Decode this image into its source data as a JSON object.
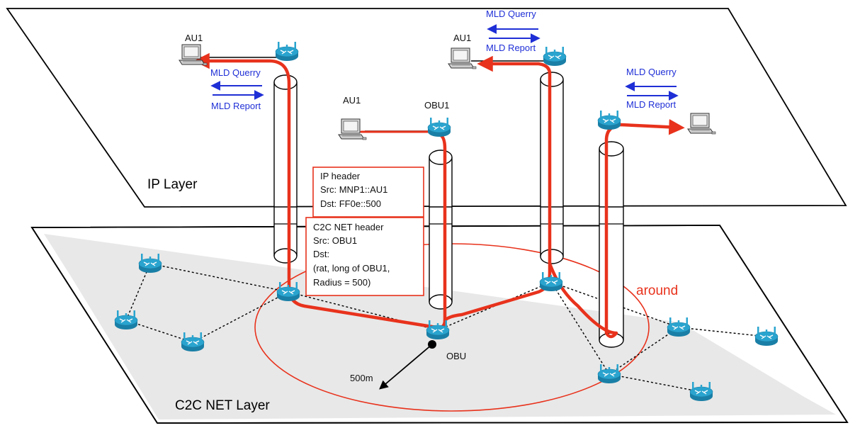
{
  "colors": {
    "route": "#e8321c",
    "router": "#2aa4cf",
    "router_dark": "#1a7fa6",
    "mld_arrow": "#1f2fd6",
    "plane_shade": "#e5e5e5"
  },
  "layers": {
    "ip": "IP Layer",
    "c2c": "C2C NET Layer"
  },
  "hosts": {
    "au1_left": "AU1",
    "au1_mid": "AU1",
    "au1_top": "AU1",
    "obu1": "OBU1",
    "obu": "OBU"
  },
  "mld": {
    "left_query": "MLD Querry",
    "left_report": "MLD Report",
    "top_query": "MLD Querry",
    "top_report": "MLD Report",
    "right_query": "MLD Querry",
    "right_report": "MLD Report"
  },
  "ip_header": {
    "title": "IP header",
    "src": "Src: MNP1::AU1",
    "dst": "Dst: FF0e::500"
  },
  "c2c_header": {
    "title": "C2C NET header",
    "src": "Src: OBU1",
    "dst": "Dst:",
    "line1": "(rat, long of OBU1,",
    "line2": "Radius = 500)"
  },
  "geo": {
    "radius_label": "500m",
    "area_label": "around"
  },
  "icons": [
    "router-icon",
    "computer-icon",
    "arrow-icon"
  ]
}
